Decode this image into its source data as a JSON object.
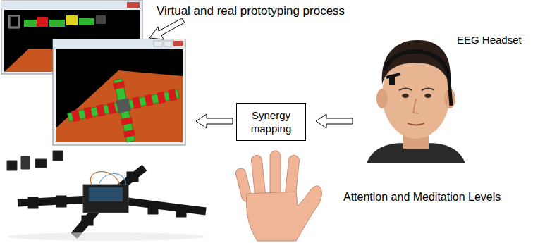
{
  "diagram": {
    "nodes": [
      {
        "text": [
          "Synergy mapping"
        ]
      }
    ],
    "labels": [
      "Virtual and real prototyping process",
      "EEG Headset",
      "Attention and Meditation Levels"
    ]
  }
}
